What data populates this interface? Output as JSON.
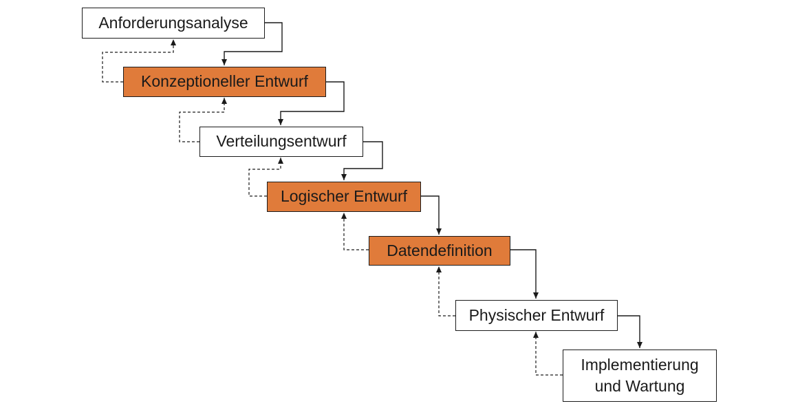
{
  "diagram": {
    "steps": [
      {
        "label": "Anforderungsanalyse",
        "highlighted": false
      },
      {
        "label": "Konzeptioneller Entwurf",
        "highlighted": true
      },
      {
        "label": "Verteilungsentwurf",
        "highlighted": false
      },
      {
        "label": "Logischer Entwurf",
        "highlighted": true
      },
      {
        "label": "Datendefinition",
        "highlighted": true
      },
      {
        "label": "Physischer Entwurf",
        "highlighted": false
      },
      {
        "label": "Implementierung",
        "label_line2": "und Wartung",
        "highlighted": false
      }
    ]
  },
  "colors": {
    "highlight": "#e07b3a",
    "border": "#1a1a1a",
    "background": "#ffffff"
  }
}
